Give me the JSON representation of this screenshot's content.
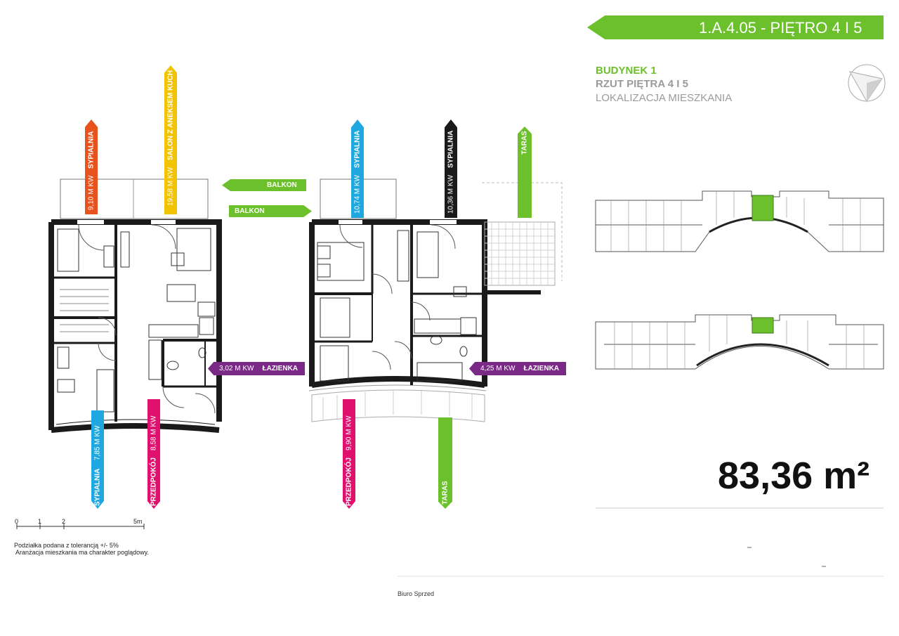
{
  "header": {
    "title": "1.A.4.05  - PIĘTRO 4 I 5"
  },
  "building": {
    "name": "BUDYNEK 1",
    "floor_plan": "RZUT PIĘTRA 4 I 5",
    "location": "LOKALIZACJA MIESZKANIA"
  },
  "area": {
    "value": "83,36 m²"
  },
  "labels": {
    "sypialnia_1": {
      "name": "SYPIALNIA",
      "area": "9,10 M KW",
      "color": "#e8521c"
    },
    "salon": {
      "name": "SALON Z ANEKSEM KUCH",
      "area": "19,58 M KW",
      "color": "#f2c300"
    },
    "balkon_1": {
      "name": "BALKON",
      "color": "#6cc02b"
    },
    "balkon_2": {
      "name": "BALKON",
      "color": "#6cc02b"
    },
    "lazienka_1": {
      "name": "ŁAZIENKA",
      "area": "3,02 M KW",
      "color": "#7a2a86"
    },
    "sypialnia_2": {
      "name": "SYPIALNIA",
      "area": "7,85 M KW",
      "color": "#1fa8e0"
    },
    "przedpokoj_1": {
      "name": "PRZEDPOKÓJ",
      "area": "8,58 M KW",
      "color": "#e0106e"
    },
    "sypialnia_3": {
      "name": "SYPIALNIA",
      "area": "10,74 M KW",
      "color": "#1fa8e0"
    },
    "sypialnia_4": {
      "name": "SYPIALNIA",
      "area": "10,36 M KW",
      "color": "#1a1a1a"
    },
    "taras_1": {
      "name": "TARAS",
      "color": "#6cc02b"
    },
    "lazienka_2": {
      "name": "ŁAZIENKA",
      "area": "4,25 M KW",
      "color": "#7a2a86"
    },
    "przedpokoj_2": {
      "name": "PRZEDPOKÓJ",
      "area": "9,90 M KW",
      "color": "#e0106e"
    },
    "taras_2": {
      "name": "TARAS",
      "color": "#6cc02b"
    }
  },
  "scale": {
    "ticks": [
      "0",
      "1",
      "2",
      "5m"
    ]
  },
  "notes": {
    "line1": "Podziałka podana z tolerancją +/- 5%",
    "line2": "Aranżacja mieszkania ma charakter poglądowy."
  },
  "footer": {
    "office": "Biuro Sprzed"
  },
  "colors": {
    "accent": "#6cc02b",
    "wall": "#1a1a1a"
  },
  "icons": {
    "compass": "compass-icon"
  }
}
